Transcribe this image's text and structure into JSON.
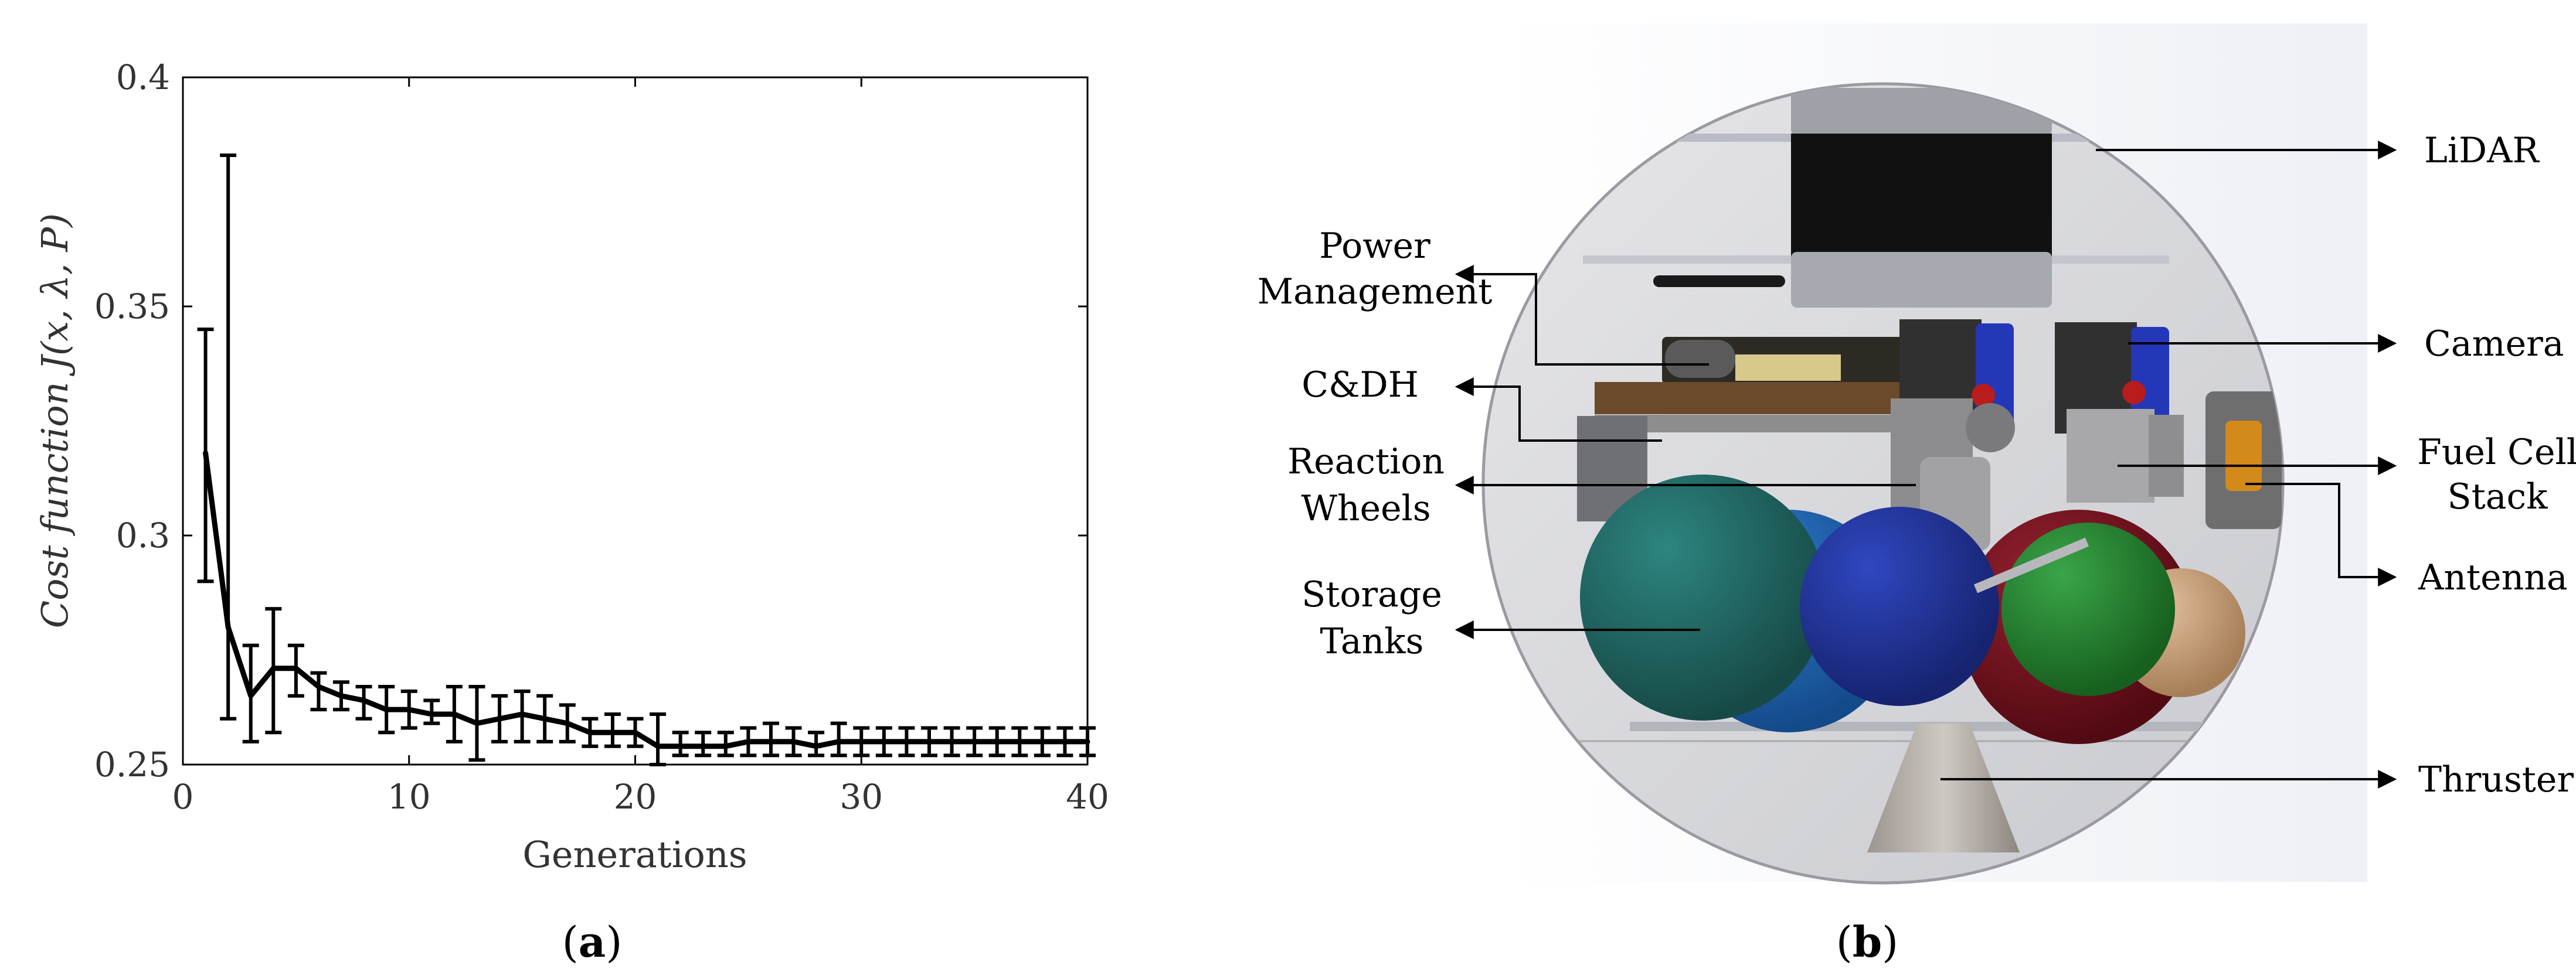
{
  "panel_a": {
    "caption_letter": "a",
    "chart_data": {
      "type": "line",
      "title": "",
      "xlabel": "Generations",
      "ylabel": "Cost function J(x, λ, P)",
      "xlim": [
        0,
        40
      ],
      "ylim": [
        0.25,
        0.4
      ],
      "x_ticks": [
        0,
        10,
        20,
        30,
        40
      ],
      "y_ticks": [
        0.25,
        0.3,
        0.35,
        0.4
      ],
      "x_tick_labels": [
        "0",
        "10",
        "20",
        "30",
        "40"
      ],
      "y_tick_labels": [
        "0.25",
        "0.3",
        "0.35",
        "0.4"
      ],
      "grid": false,
      "series": [
        {
          "x": [
            1,
            2,
            3,
            4,
            5,
            6,
            7,
            8,
            9,
            10,
            11,
            12,
            13,
            14,
            15,
            16,
            17,
            18,
            19,
            20,
            21,
            22,
            23,
            24,
            25,
            26,
            27,
            28,
            29,
            30,
            31,
            32,
            33,
            34,
            35,
            36,
            37,
            38,
            39,
            40
          ],
          "mean": [
            0.318,
            0.28,
            0.265,
            0.271,
            0.271,
            0.267,
            0.265,
            0.264,
            0.262,
            0.262,
            0.261,
            0.261,
            0.259,
            0.26,
            0.261,
            0.26,
            0.259,
            0.257,
            0.257,
            0.257,
            0.254,
            0.254,
            0.254,
            0.254,
            0.255,
            0.255,
            0.255,
            0.254,
            0.255,
            0.255,
            0.255,
            0.255,
            0.255,
            0.255,
            0.255,
            0.255,
            0.255,
            0.255,
            0.255,
            0.255
          ],
          "upper": [
            0.345,
            0.383,
            0.276,
            0.284,
            0.276,
            0.27,
            0.268,
            0.267,
            0.267,
            0.266,
            0.264,
            0.267,
            0.267,
            0.265,
            0.266,
            0.265,
            0.263,
            0.26,
            0.261,
            0.26,
            0.261,
            0.257,
            0.257,
            0.257,
            0.258,
            0.259,
            0.258,
            0.257,
            0.259,
            0.258,
            0.258,
            0.258,
            0.258,
            0.258,
            0.258,
            0.258,
            0.258,
            0.258,
            0.258,
            0.258
          ],
          "lower": [
            0.29,
            0.26,
            0.255,
            0.257,
            0.265,
            0.262,
            0.262,
            0.26,
            0.257,
            0.258,
            0.259,
            0.255,
            0.251,
            0.255,
            0.255,
            0.255,
            0.255,
            0.254,
            0.254,
            0.254,
            0.25,
            0.252,
            0.252,
            0.252,
            0.252,
            0.252,
            0.252,
            0.252,
            0.252,
            0.252,
            0.252,
            0.252,
            0.252,
            0.252,
            0.252,
            0.252,
            0.252,
            0.252,
            0.252,
            0.252
          ]
        }
      ]
    }
  },
  "panel_b": {
    "caption_letter": "b",
    "labels_left": {
      "power_1": "Power",
      "power_2": "Management",
      "cdh": "C&DH",
      "reaction_1": "Reaction",
      "reaction_2": "Wheels",
      "storage_1": "Storage",
      "storage_2": "Tanks"
    },
    "labels_right": {
      "lidar": "LiDAR",
      "camera": "Camera",
      "fuel_1": "Fuel Cell",
      "fuel_2": "Stack",
      "antenna": "Antenna",
      "thruster": "Thruster"
    },
    "colors": {
      "tank_teal": "#1d5b58",
      "tank_blue": "#1a5aa6",
      "tank_navy": "#1d2f8e",
      "tank_red": "#6c1018",
      "tank_green": "#1f7a2a",
      "tank_tan": "#c9a07a",
      "camera_blue": "#2437b8",
      "antenna_orange": "#d48a1a"
    }
  }
}
